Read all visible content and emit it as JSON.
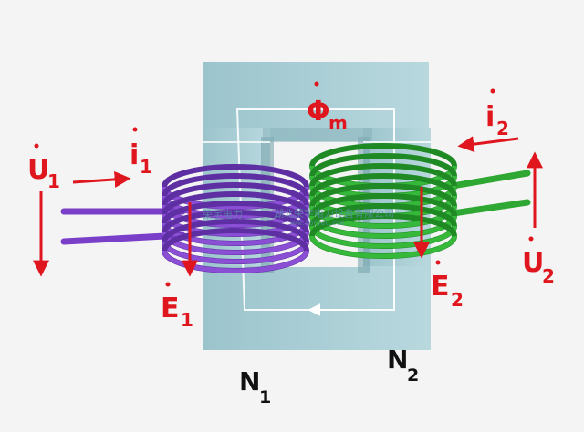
{
  "labels": {
    "flux": "Φ",
    "flux_sub": "m",
    "u1": "U",
    "u1_sub": "1",
    "i1": "i",
    "i1_sub": "1",
    "i2": "i",
    "i2_sub": "2",
    "u2": "U",
    "u2_sub": "2",
    "e1": "E",
    "e1_sub": "1",
    "e2": "E",
    "e2_sub": "2",
    "n1": "N",
    "n1_sub": "1",
    "n2": "N",
    "n2_sub": "2"
  },
  "watermark": {
    "brand": "荣宇电力",
    "company": "湖北荣宇电力设备有限公司",
    "url": "www.hbrydl.com"
  },
  "colors": {
    "core": "#a3c8cf",
    "core_shadow": "#7aa5ad",
    "primary_coil": "#8a4fd4",
    "secondary_coil": "#36b83a",
    "arrows": "#e0161e"
  }
}
